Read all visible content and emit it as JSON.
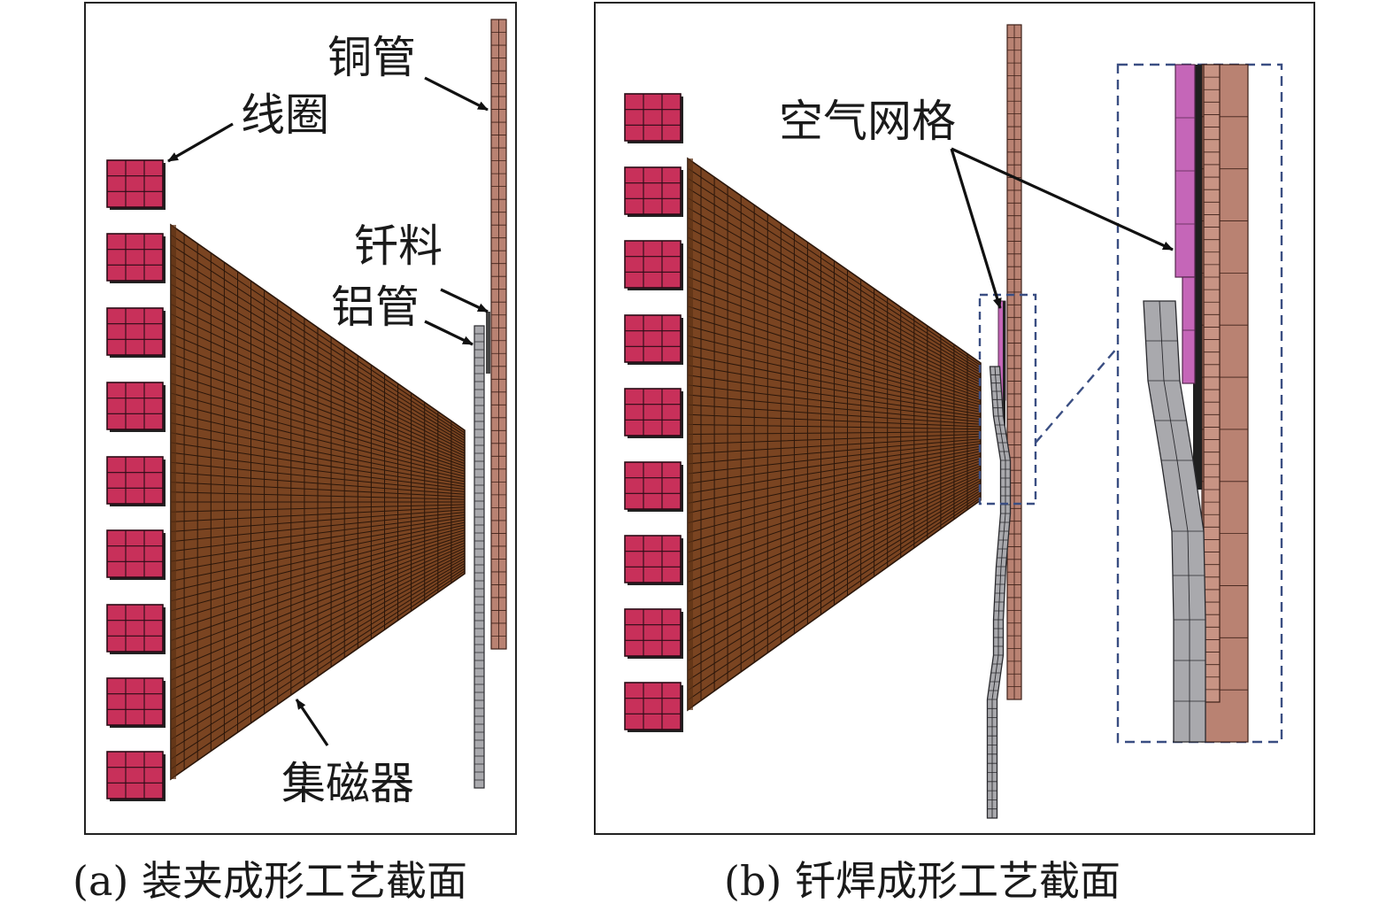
{
  "panel_a": {
    "labels": {
      "copper_tube": "铜管",
      "coil": "线圈",
      "solder": "钎料",
      "aluminum_tube": "铝管",
      "flux_concentrator": "集磁器"
    },
    "caption": "(a) 装夹成形工艺截面"
  },
  "panel_b": {
    "labels": {
      "air_mesh": "空气网格"
    },
    "caption": "(b) 钎焊成形工艺截面"
  },
  "colors": {
    "coil": "#c8305a",
    "concentrator": "#7a4421",
    "copper": "#b98272",
    "aluminum": "#a9a9ad",
    "air": "#c566b8",
    "mesh_line": "#2a1a10",
    "callout": "#3a4e82"
  }
}
